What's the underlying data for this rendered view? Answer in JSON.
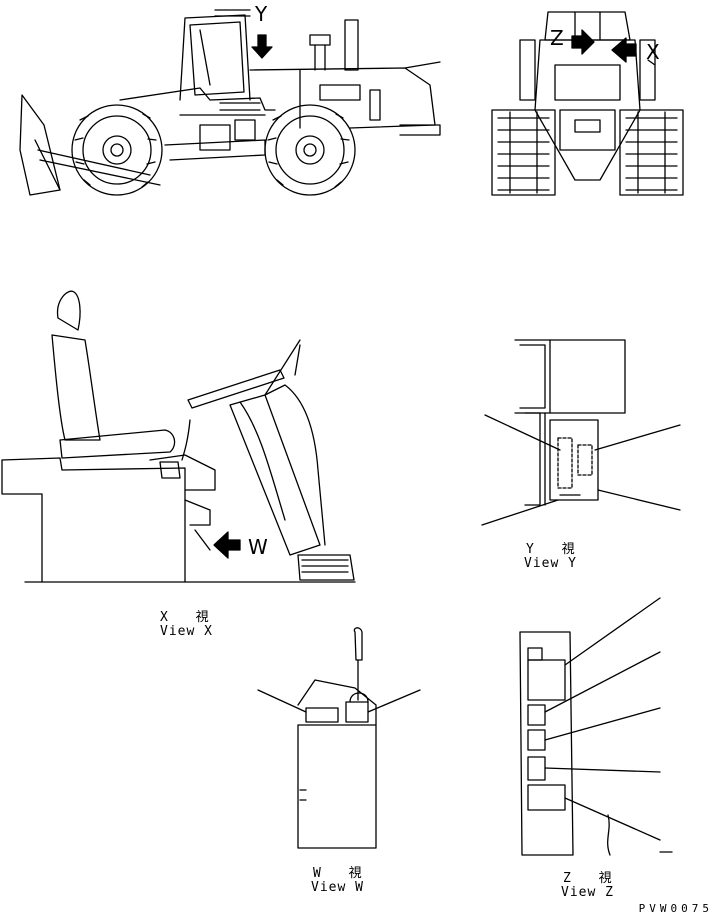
{
  "markers": {
    "y": "Y",
    "z": "Z",
    "x": "X",
    "w": "W"
  },
  "views": {
    "x": {
      "jp": "X 視",
      "en": "View X"
    },
    "y": {
      "jp": "Y 視",
      "en": "View Y"
    },
    "w": {
      "jp": "W 視",
      "en": "View W"
    },
    "z": {
      "jp": "Z 視",
      "en": "View Z"
    }
  },
  "drawing_code": "PVW0075",
  "colors": {
    "line": "#000000",
    "background": "#ffffff"
  }
}
